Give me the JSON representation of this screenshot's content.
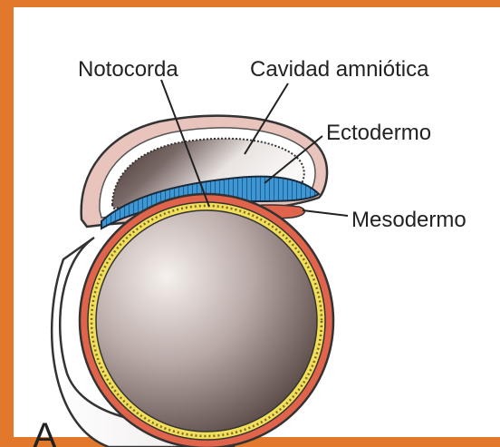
{
  "figure": {
    "labels": {
      "notochord": "Notocorda",
      "amniotic_cavity": "Cavidad amniótica",
      "ectoderm": "Ectodermo",
      "mesoderm": "Mesodermo"
    },
    "panel_letter": "A"
  },
  "colors": {
    "border_orange": "#e2782c",
    "ectoderm_blue": "#3e97d3",
    "mesoderm_red": "#e0644c",
    "yolk_yellow": "#f1de59",
    "label_text": "#222222"
  }
}
